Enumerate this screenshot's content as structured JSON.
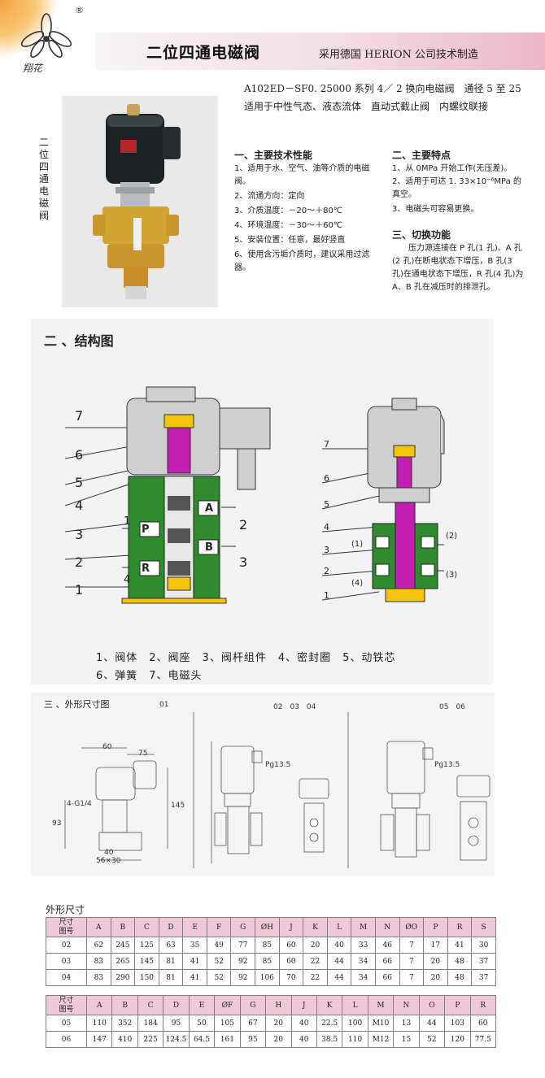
{
  "header": {
    "title": "二位四通电磁阀",
    "subtitle": "采用德国 HERION 公司技术制造",
    "logo_text": "翔花",
    "registered": "®"
  },
  "intro": {
    "text": "A102ED－SF0. 25000 系列 4／ 2 换向电磁阀　通径 5 至 25　适用于中性气态、液态流体　直动式截止阀　内螺纹联接"
  },
  "photo": {
    "vertical_label": "二位四通电磁阀"
  },
  "specs": {
    "heading": "一、主要技术性能",
    "items": [
      "1、适用于水、空气、油等介质的电磁阀。",
      "2、流通方向：定向",
      "3、介质温度：－20～＋80℃",
      "4、环境温度：－30～＋60℃",
      "5、安装位置：任意，最好竖直",
      "6、使用含污垢介质时，建议采用过滤器。"
    ]
  },
  "features": {
    "heading": "二、主要特点",
    "items": [
      "1、从 0MPa 开始工作(无压差)。",
      "2、适用于可达 1. 33×10⁻⁶MPa 的真空。",
      "3、电磁头可容易更换。"
    ]
  },
  "switching": {
    "heading": "三、切换功能",
    "text": "压力源连接在 P 孔(1 孔)、A 孔(2 孔)在断电状态下增压，B 孔(3 孔)在通电状态下增压，R 孔(4 孔)为 A、B 孔在减压时的排泄孔。"
  },
  "structure": {
    "title": "二 、结构图",
    "legend_line1": "1、阀体　2、阀座　3、阀杆组件　4、密封圈　5、动铁芯",
    "legend_line2": "6、弹簧　7、电磁头",
    "left_numbers": [
      "7",
      "6",
      "5",
      "4",
      "3",
      "2",
      "1"
    ],
    "left_ports": [
      "P",
      "R",
      "A",
      "B"
    ],
    "left_right_numbers": [
      "2",
      "3"
    ],
    "left_side_numbers": [
      "1",
      "4"
    ],
    "right_numbers": [
      "7",
      "6",
      "5",
      "4",
      "3",
      "2",
      "1"
    ],
    "right_ports": [
      "(1)",
      "(4)",
      "(2)",
      "(3)"
    ],
    "colors": {
      "body": "#2e8b2e",
      "magenta": "#c21fb0",
      "yellow": "#f2c40a",
      "coil": "#cfcfcf"
    }
  },
  "dimensions": {
    "title": "三 、外形尺寸图",
    "codes": [
      "01",
      "02　03　04",
      "05　06"
    ],
    "labels": [
      "60",
      "75",
      "93",
      "145",
      "56×30",
      "40",
      "4-G1/4",
      "Pg13.5"
    ]
  },
  "table_title": "外形尺寸",
  "table1": {
    "header_label_top": "尺寸",
    "header_label_bottom": "图号",
    "columns": [
      "A",
      "B",
      "C",
      "D",
      "E",
      "F",
      "G",
      "ØH",
      "J",
      "K",
      "L",
      "M",
      "N",
      "ØO",
      "P",
      "R",
      "S"
    ],
    "rows": [
      [
        "02",
        "62",
        "245",
        "125",
        "63",
        "35",
        "49",
        "77",
        "85",
        "60",
        "20",
        "40",
        "33",
        "46",
        "7",
        "17",
        "41",
        "30"
      ],
      [
        "03",
        "83",
        "265",
        "145",
        "81",
        "41",
        "52",
        "92",
        "85",
        "60",
        "22",
        "44",
        "34",
        "66",
        "7",
        "20",
        "48",
        "37"
      ],
      [
        "04",
        "83",
        "290",
        "150",
        "81",
        "41",
        "52",
        "92",
        "106",
        "70",
        "22",
        "44",
        "34",
        "66",
        "7",
        "20",
        "48",
        "37"
      ]
    ]
  },
  "table2": {
    "header_label_top": "尺寸",
    "header_label_bottom": "图号",
    "columns": [
      "A",
      "B",
      "C",
      "D",
      "E",
      "ØF",
      "G",
      "H",
      "J",
      "K",
      "L",
      "M",
      "N",
      "O",
      "P",
      "R"
    ],
    "rows": [
      [
        "05",
        "110",
        "352",
        "184",
        "95",
        "50",
        "105",
        "67",
        "20",
        "40",
        "22.5",
        "100",
        "M10",
        "13",
        "44",
        "103",
        "60"
      ],
      [
        "06",
        "147",
        "410",
        "225",
        "124.5",
        "64.5",
        "161",
        "95",
        "20",
        "40",
        "38.5",
        "110",
        "M12",
        "15",
        "52",
        "120",
        "77.5"
      ]
    ]
  }
}
